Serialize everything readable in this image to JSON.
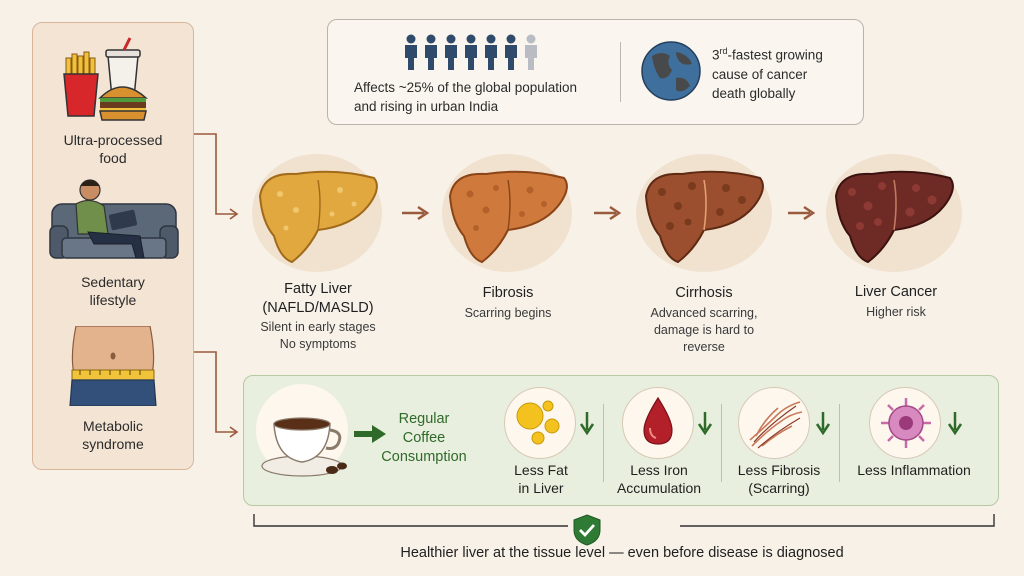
{
  "risk_factors": [
    {
      "label_line1": "Ultra-processed",
      "label_line2": "food",
      "icon": "fast-food-icon"
    },
    {
      "label_line1": "Sedentary",
      "label_line2": "lifestyle",
      "icon": "person-on-couch-icon"
    },
    {
      "label_line1": "Metabolic",
      "label_line2": "syndrome",
      "icon": "belly-measuring-tape-icon"
    }
  ],
  "stats": {
    "population_line1": "Affects ~25% of the global population",
    "population_line2": "and rising in urban India",
    "cancer_ordinal": "3",
    "cancer_superscript": "rd",
    "cancer_line1_rest": "-fastest growing",
    "cancer_line2": "cause of cancer",
    "cancer_line3": "death globally",
    "icons": [
      "people-icon",
      "globe-icon"
    ]
  },
  "stages": [
    {
      "title_line1": "Fatty Liver",
      "title_line2": "(NAFLD/MASLD)",
      "desc_line1": "Silent in early stages",
      "desc_line2": "No symptoms",
      "desc_line3": "",
      "color": "#e0a83e"
    },
    {
      "title_line1": "Fibrosis",
      "title_line2": "",
      "desc_line1": "Scarring begins",
      "desc_line2": "",
      "desc_line3": "",
      "color": "#cf7a3c"
    },
    {
      "title_line1": "Cirrhosis",
      "title_line2": "",
      "desc_line1": "Advanced scarring,",
      "desc_line2": "damage is hard to",
      "desc_line3": "reverse",
      "color": "#9c4f2e"
    },
    {
      "title_line1": "Liver Cancer",
      "title_line2": "",
      "desc_line1": "Higher risk",
      "desc_line2": "",
      "desc_line3": "",
      "color": "#6e2a25"
    }
  ],
  "coffee": {
    "label_line1": "Regular",
    "label_line2": "Coffee",
    "label_line3": "Consumption",
    "icon": "coffee-cup-icon"
  },
  "benefits": [
    {
      "line1": "Less Fat",
      "line2": "in Liver",
      "icon": "fat-droplets-icon"
    },
    {
      "line1": "Less Iron",
      "line2": "Accumulation",
      "icon": "blood-drop-icon"
    },
    {
      "line1": "Less Fibrosis",
      "line2": "(Scarring)",
      "icon": "fibrosis-fibers-icon"
    },
    {
      "line1": "Less Inflammation",
      "line2": "",
      "icon": "inflammation-cell-icon"
    }
  ],
  "footer": {
    "text": "Healthier liver at the tissue level — even before disease is diagnosed",
    "icon": "shield-check-icon"
  },
  "colors": {
    "background": "#f7f1e8",
    "risk_panel": "#f3e4d4",
    "coffee_panel": "#e9efde",
    "arrow_brown": "#9a5a3c",
    "green": "#2f6a2a",
    "navy": "#2f4a6a"
  }
}
